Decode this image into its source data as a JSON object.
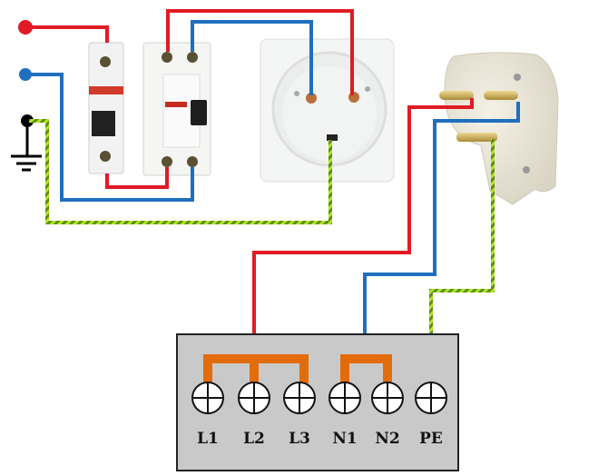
{
  "colors": {
    "phase": "#e01b24",
    "neutral": "#1f6fbf",
    "earth_a": "#b5e61d",
    "earth_b": "#4f8a10",
    "bridge": "#e36c0a",
    "block": "#c9c9c9"
  },
  "terminal_block": {
    "terminals": [
      {
        "label": "L1"
      },
      {
        "label": "L2"
      },
      {
        "label": "L3"
      },
      {
        "label": "N1"
      },
      {
        "label": "N2"
      },
      {
        "label": "PE"
      }
    ]
  }
}
